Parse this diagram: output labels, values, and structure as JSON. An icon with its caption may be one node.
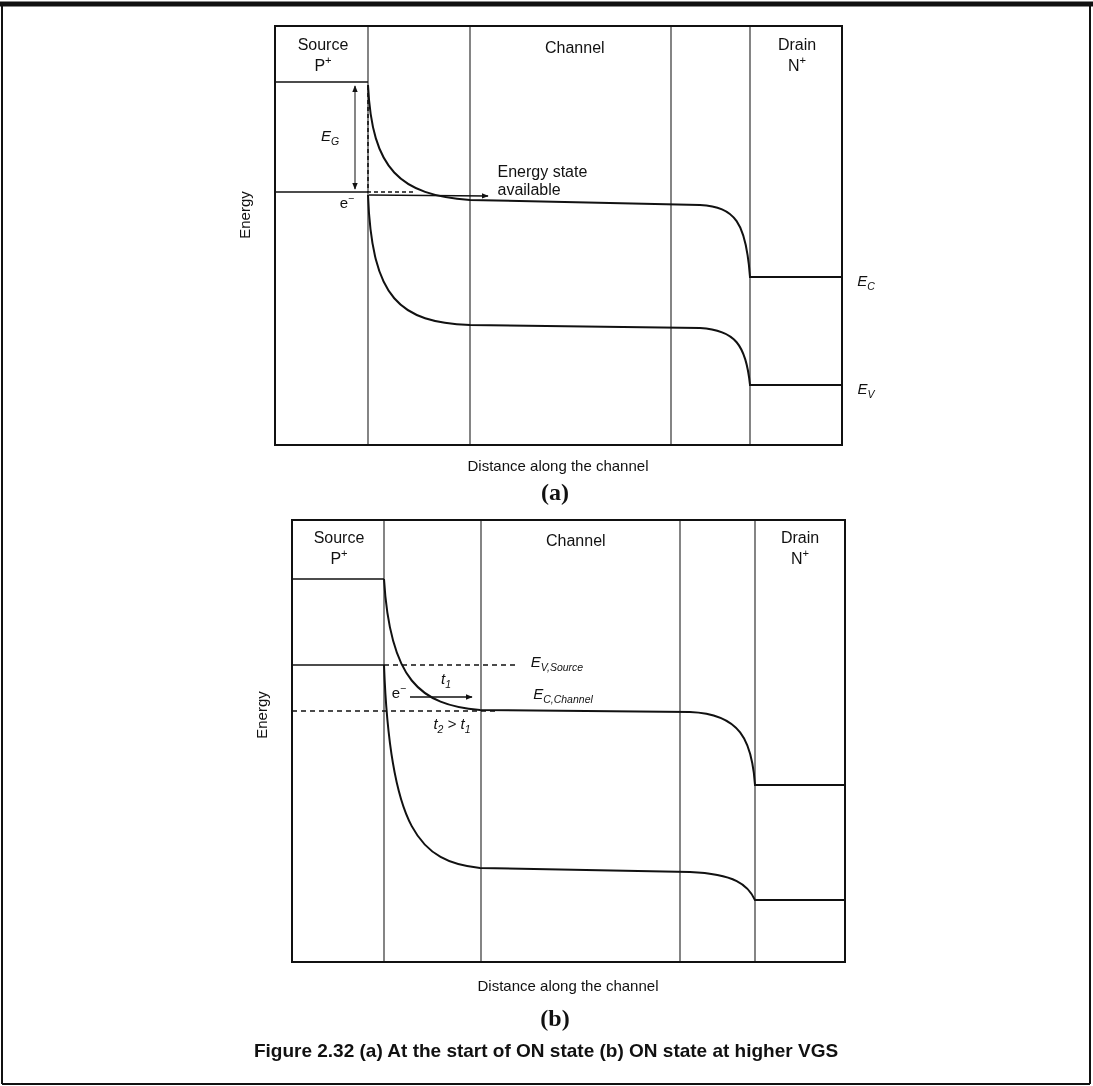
{
  "diagram": {
    "caption": "Figure 2.32 (a) At the start of ON state (b) ON state at higher VGS",
    "labels": [
      "Source P$^{+}$",
      "Channel",
      "Drain N$^{+}$",
      "E$_{G}$",
      "e$^{−}$",
      "Energy state available",
      "Energy",
      "E$_{C}$",
      "E$_{V}$",
      "Distance along the channel",
      "(a)",
      "Source P$^{+}$",
      "Channel",
      "Drain N$^{+}$",
      "E$_{V,Source}$",
      "t$_{1}$",
      "e$^{−}$",
      "E$_{C,Channel}$",
      "t$_{2}$ > t$_{1}$",
      "Energy",
      "Distance along the channel",
      "(b)"
    ]
  }
}
